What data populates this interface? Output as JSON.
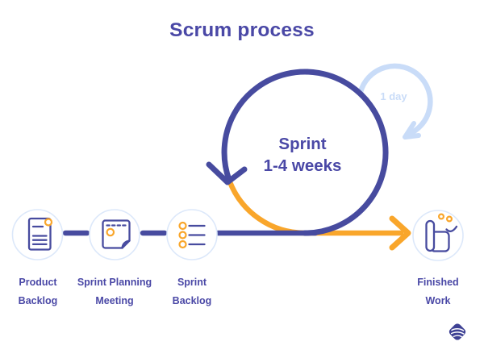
{
  "title": "Scrum process",
  "loop": {
    "label_line1": "Sprint",
    "label_line2": "1-4 weeks"
  },
  "daily_loop": {
    "label": "1 day"
  },
  "steps": [
    {
      "id": "product-backlog",
      "label_line1": "Product",
      "label_line2": "Backlog",
      "icon": "document-icon"
    },
    {
      "id": "sprint-planning-meeting",
      "label_line1": "Sprint Planning",
      "label_line2": "Meeting",
      "icon": "sticky-note-icon"
    },
    {
      "id": "sprint-backlog",
      "label_line1": "Sprint",
      "label_line2": "Backlog",
      "icon": "checklist-icon"
    },
    {
      "id": "finished-work",
      "label_line1": "Finished",
      "label_line2": "Work",
      "icon": "thumbs-up-icon"
    }
  ],
  "colors": {
    "indigo": "#474B9F",
    "indigo-text": "#4A48A6",
    "orange": "#F9A62B",
    "light-blue": "#C9DCF8",
    "pale-blue": "#DCE8FA",
    "logo-indigo": "#3E4194",
    "bg": "#FFFFFF"
  }
}
